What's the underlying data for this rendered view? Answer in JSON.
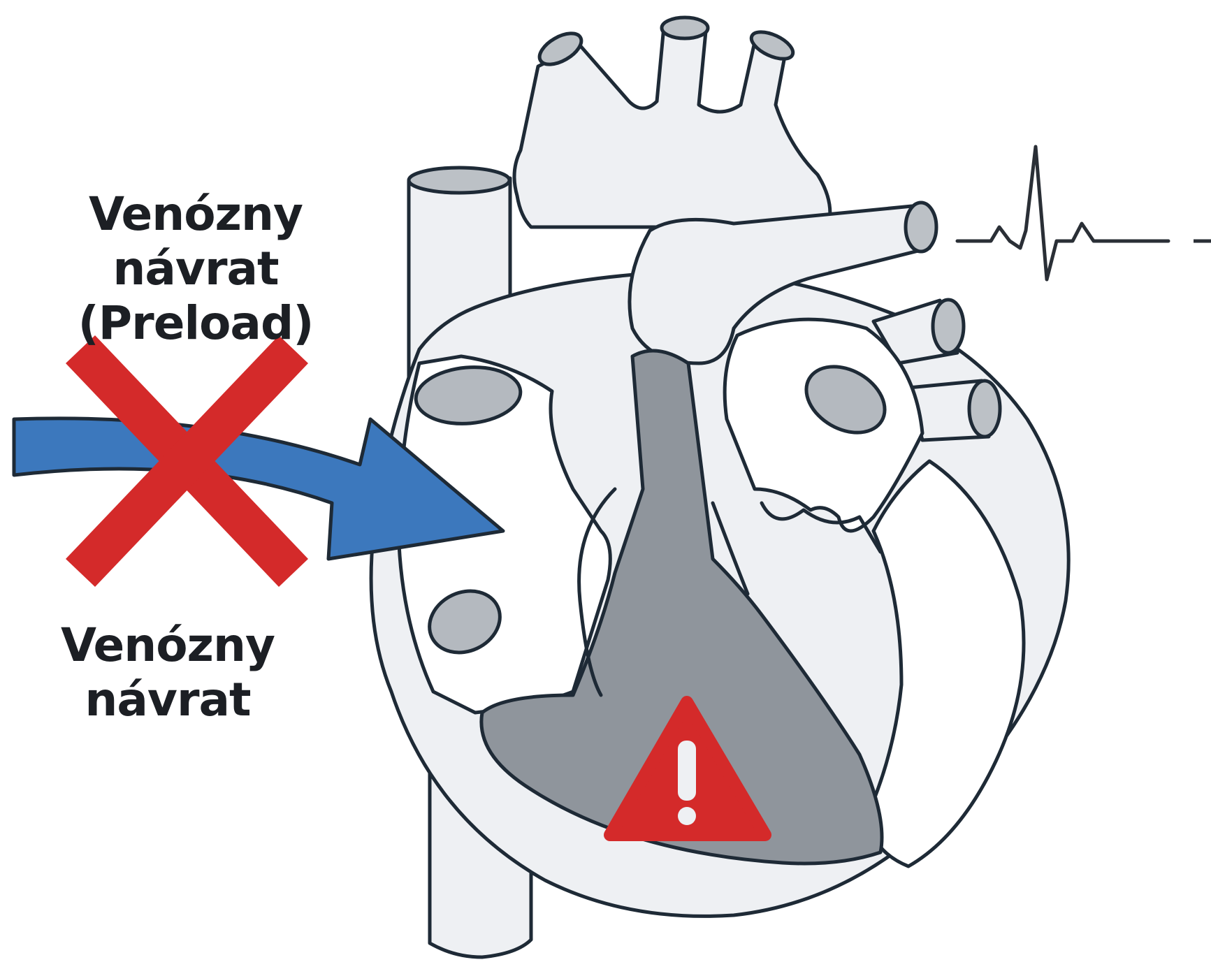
{
  "labels": {
    "top_line1": "Venózny návrat",
    "top_line2": "(Preload)",
    "bottom_line1": "Venózny",
    "bottom_line2": "návrat"
  },
  "colors": {
    "outline": "#1e2a36",
    "tissue": "#eef0f3",
    "ventricle": "#8f959c",
    "valve": "#b4b9bf",
    "arrow": "#3c78bd",
    "cross": "#d42a2a",
    "warning": "#d42a2a",
    "ecg": "#2a2f36"
  },
  "icons": {
    "venous_arrow": "arrow-right-icon",
    "blocked_mark": "cross-icon",
    "warning": "warning-triangle-icon",
    "ecg": "ecg-waveform-icon"
  }
}
